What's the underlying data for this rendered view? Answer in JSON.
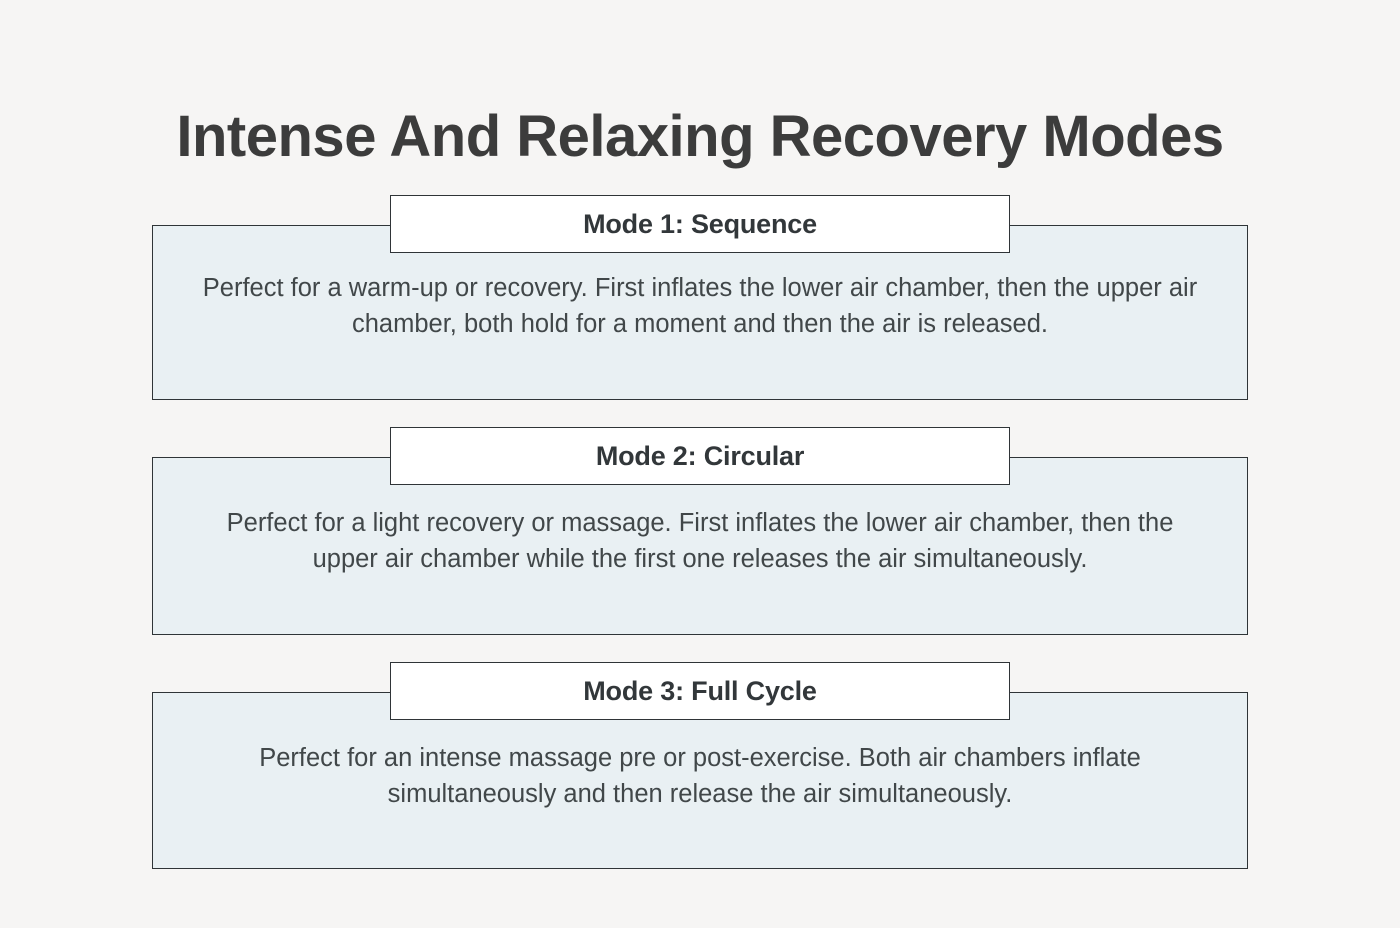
{
  "page": {
    "title": "Intense And Relaxing Recovery Modes",
    "background_color": "#f6f5f4",
    "title_color": "#3c3c3c"
  },
  "theme": {
    "card_fill": "#e9f0f3",
    "card_border": "#2f3437",
    "header_fill": "#ffffff",
    "header_text_color": "#32373a",
    "body_text_color": "#414749"
  },
  "cards": [
    {
      "header": "Mode 1: Sequence",
      "body": "Perfect for a warm-up or recovery. First inflates the lower air chamber, then the upper air chamber, both hold for a moment and then the air is released."
    },
    {
      "header": "Mode 2: Circular",
      "body": "Perfect for a light recovery or massage. First inflates the lower air chamber, then the upper air chamber while the first one releases the air simultaneously."
    },
    {
      "header": "Mode 3: Full Cycle",
      "body": "Perfect for an intense massage pre or post-exercise. Both air chambers inflate simultaneously and then release the air simultaneously."
    }
  ]
}
